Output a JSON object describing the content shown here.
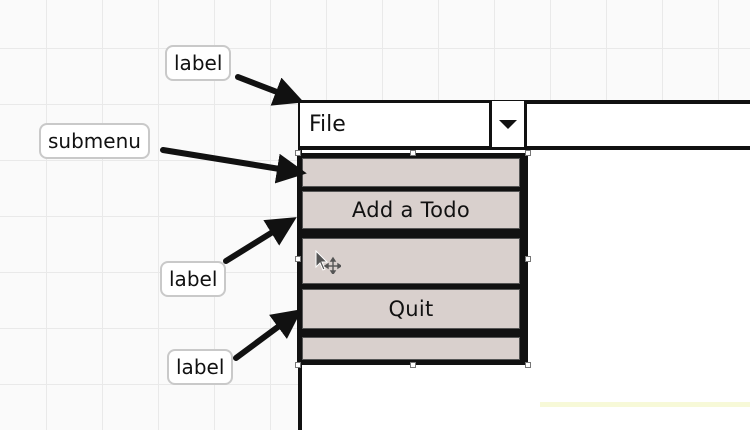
{
  "menubar": {
    "menu_label": "File"
  },
  "submenu": {
    "items": [
      {
        "label": ""
      },
      {
        "label": "Add a Todo"
      },
      {
        "label": ""
      },
      {
        "label": "Quit"
      },
      {
        "label": ""
      }
    ]
  },
  "callouts": {
    "top_label": "label",
    "submenu": "submenu",
    "middle_label": "label",
    "bottom_label": "label"
  }
}
